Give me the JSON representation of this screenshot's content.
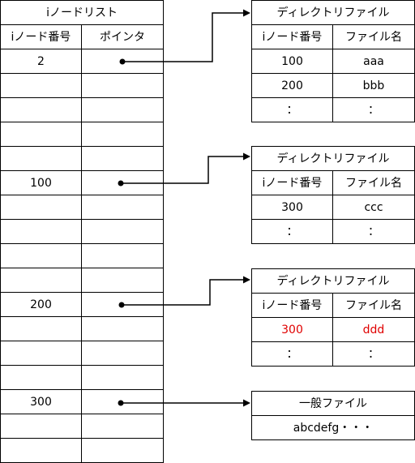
{
  "inode_list": {
    "title": "iノードリスト",
    "col_inode": "iノード番号",
    "col_pointer": "ポインタ",
    "rows": [
      "2",
      "",
      "",
      "",
      "",
      "100",
      "",
      "",
      "",
      "",
      "200",
      "",
      "",
      "",
      "300",
      "",
      ""
    ]
  },
  "dir1": {
    "title": "ディレクトリファイル",
    "col_inode": "iノード番号",
    "col_name": "ファイル名",
    "rows": [
      {
        "inode": "100",
        "name": "aaa"
      },
      {
        "inode": "200",
        "name": "bbb"
      },
      {
        "inode": "：",
        "name": "："
      }
    ]
  },
  "dir2": {
    "title": "ディレクトリファイル",
    "col_inode": "iノード番号",
    "col_name": "ファイル名",
    "rows": [
      {
        "inode": "300",
        "name": "ccc"
      },
      {
        "inode": "：",
        "name": "："
      }
    ]
  },
  "dir3": {
    "title": "ディレクトリファイル",
    "col_inode": "iノード番号",
    "col_name": "ファイル名",
    "rows": [
      {
        "inode": "300",
        "name": "ddd"
      },
      {
        "inode": "：",
        "name": "："
      }
    ]
  },
  "regular_file": {
    "title": "一般ファイル",
    "content": "abcdefg・・・"
  },
  "colors": {
    "line": "#000000",
    "highlight": "#e00000"
  }
}
